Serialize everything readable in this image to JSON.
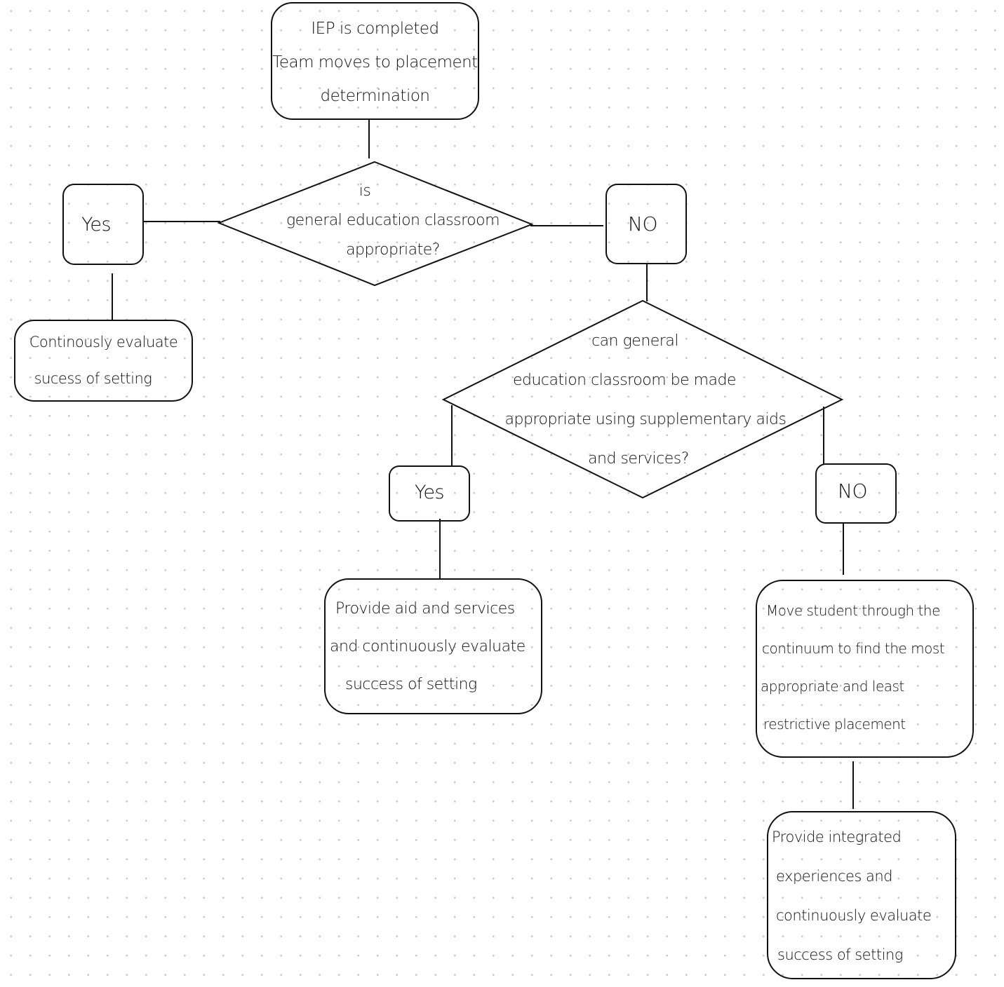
{
  "diagram": {
    "start": {
      "lines": [
        "IEP is completed",
        "Team moves to placement",
        "determination"
      ]
    },
    "decision_1": {
      "lines": [
        "is",
        "general education classroom",
        "appropriate?"
      ]
    },
    "yes_1": {
      "label": "Yes"
    },
    "no_1": {
      "label": "NO"
    },
    "outcome_yes_1": {
      "lines": [
        "Continously evaluate",
        "sucess of setting"
      ]
    },
    "decision_2": {
      "lines": [
        "can general",
        "education classroom be made",
        "appropriate using supplementary aids",
        "and services?"
      ]
    },
    "yes_2": {
      "label": "Yes"
    },
    "no_2": {
      "label": "NO"
    },
    "outcome_yes_2": {
      "lines": [
        "Provide aid and services",
        "and continuously evaluate",
        "success of setting"
      ]
    },
    "outcome_no_2": {
      "lines": [
        "Move student through the",
        "continuum to find the most",
        "appropriate and least",
        "restrictive placement"
      ]
    },
    "final": {
      "lines": [
        "Provide integrated",
        "experiences and",
        "continuously evaluate",
        "success of setting"
      ]
    }
  }
}
